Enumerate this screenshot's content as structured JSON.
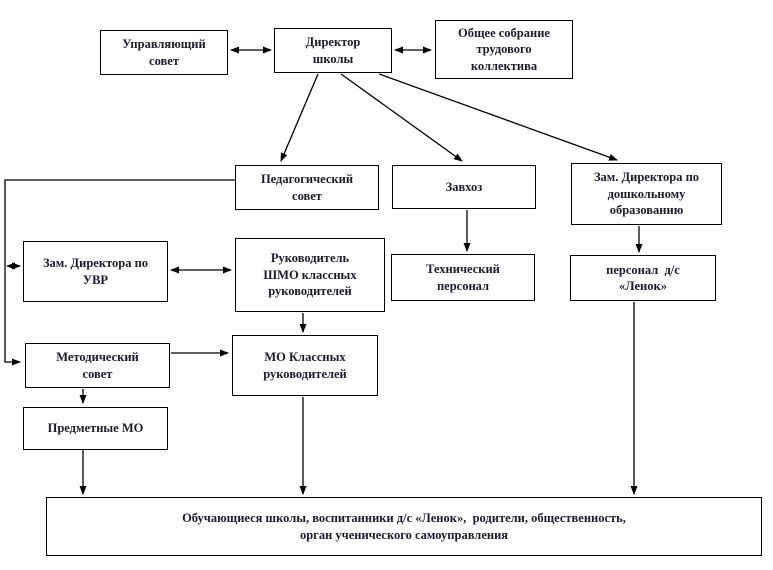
{
  "colors": {
    "box_border": "#000000",
    "text": "#1b1b2f",
    "background": "#ffffff",
    "arrow": "#000000"
  },
  "nodes": {
    "governing_council": {
      "label": [
        "Управляющий",
        "совет"
      ]
    },
    "school_director": {
      "label": [
        "Директор",
        "школы"
      ]
    },
    "general_meeting": {
      "label": [
        "Общее собрание",
        "трудового",
        "коллектива"
      ]
    },
    "pedagogical_council": {
      "label": [
        "Педагогический",
        "совет"
      ]
    },
    "supply_manager": {
      "label": [
        "Завхоз"
      ]
    },
    "deputy_director_preschool": {
      "label": [
        "Зам. Директора по",
        "дошкольному",
        "образованию"
      ]
    },
    "deputy_director_uvr": {
      "label": [
        "Зам. Директора по",
        "УВР"
      ]
    },
    "shmo_head": {
      "label": [
        "Руководитель",
        "ШМО классных",
        "руководителей"
      ]
    },
    "technical_staff": {
      "label": [
        "Технический",
        "персонал"
      ]
    },
    "kindergarten_staff": {
      "label": [
        "персонал  д/с",
        "«Ленок»"
      ]
    },
    "methodical_council": {
      "label": [
        "Методический",
        "совет"
      ]
    },
    "mo_class_teachers": {
      "label": [
        "МО Классных",
        "руководителей"
      ]
    },
    "subject_mo": {
      "label": [
        "Предметные МО"
      ]
    },
    "students": {
      "label": [
        "Обучающиеся школы, воспитанники д/с «Ленок»,  родители, общественность,",
        "орган ученического самоуправления"
      ]
    }
  }
}
